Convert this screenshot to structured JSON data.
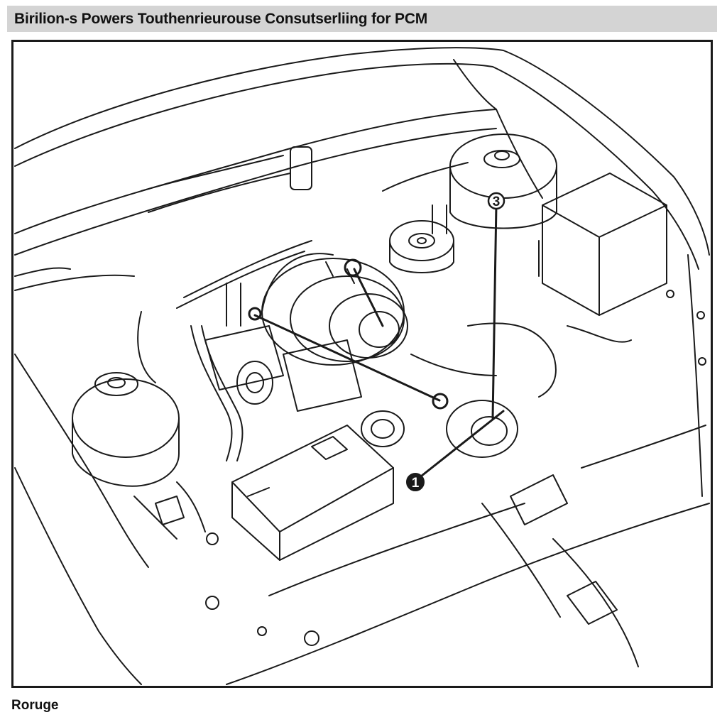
{
  "header": {
    "title": "Birilion-s Powers Touthenrieurouse Consutserliing for PCM"
  },
  "figure": {
    "caption": "Roruge",
    "callouts": [
      {
        "id": "callout-1",
        "label": "1"
      },
      {
        "id": "callout-3",
        "label": "3"
      }
    ]
  },
  "colors": {
    "header_bg": "#d4d4d4",
    "line": "#1a1a1a",
    "background": "#ffffff"
  },
  "icons": [
    "callout-marker-icon",
    "connector-icon"
  ]
}
